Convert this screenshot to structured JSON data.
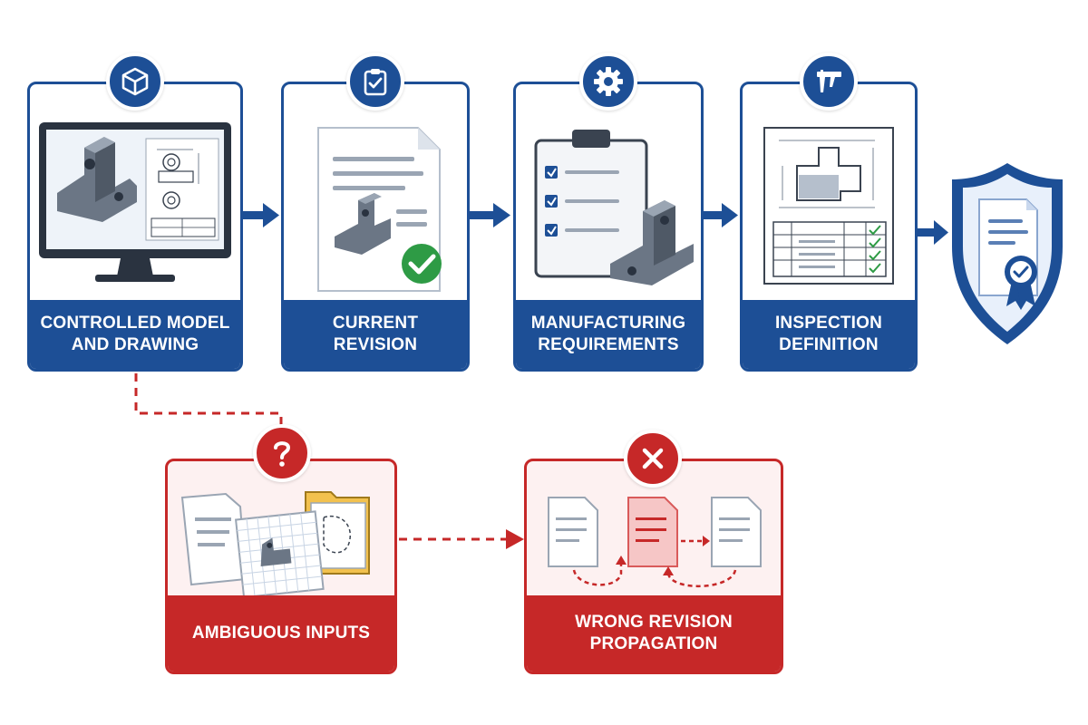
{
  "steps": [
    {
      "label": "CONTROLLED MODEL\nAND DRAWING",
      "icon": "cube-icon"
    },
    {
      "label": "CURRENT REVISION",
      "icon": "clipboard-check-icon"
    },
    {
      "label": "MANUFACTURING\nREQUIREMENTS",
      "icon": "gear-icon"
    },
    {
      "label": "INSPECTION\nDEFINITION",
      "icon": "caliper-icon"
    }
  ],
  "failures": [
    {
      "label": "AMBIGUOUS INPUTS",
      "icon": "question-icon"
    },
    {
      "label": "WRONG REVISION\nPROPAGATION",
      "icon": "x-icon"
    }
  ],
  "drawing_table": {
    "dash": "—"
  },
  "colors": {
    "primary_blue": "#1d4f96",
    "alert_red": "#c62828",
    "success_green": "#2e9b45",
    "folder_yellow": "#f2c14e"
  },
  "final": {
    "icon": "shield-certificate-icon"
  }
}
